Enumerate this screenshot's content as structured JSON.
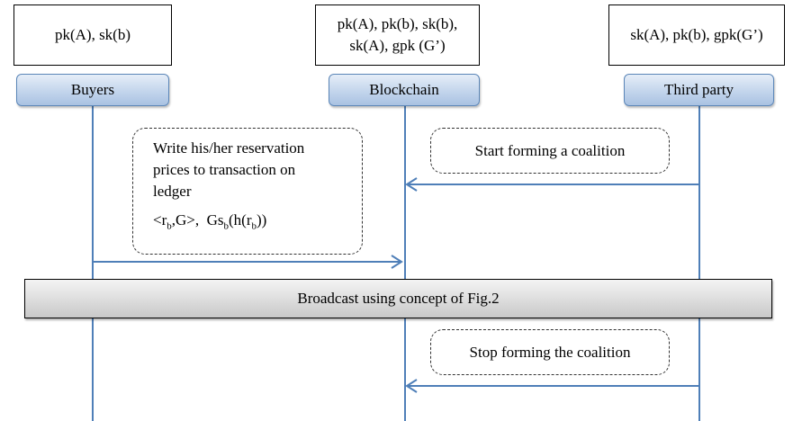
{
  "keys": {
    "buyers": "pk(A), sk(b)",
    "blockchain_line1": "pk(A), pk(b), sk(b),",
    "blockchain_line2": "sk(A), gpk (G’)",
    "third_party": "sk(A), pk(b), gpk(G’)"
  },
  "actors": {
    "buyers": "Buyers",
    "blockchain": "Blockchain",
    "third_party": "Third party"
  },
  "notes": {
    "write_line1": "Write his/her reservation",
    "write_line2": "prices to transaction on",
    "write_line3": "ledger",
    "formula": {
      "open": "<r",
      "sub1": "b",
      "mid": ",G>,  Gs",
      "sub2": "b",
      "tail": "(h(r",
      "sub3": "b",
      "close": "))"
    },
    "start": "Start forming a coalition",
    "stop": "Stop forming the coalition"
  },
  "broadcast": "Broadcast using concept of Fig.2",
  "colors": {
    "lifeline": "#4f7fb8",
    "actor_fill": "#c3d5ec",
    "actor_border": "#5b86b8",
    "broadcast_fill": "#dcdcdc"
  }
}
